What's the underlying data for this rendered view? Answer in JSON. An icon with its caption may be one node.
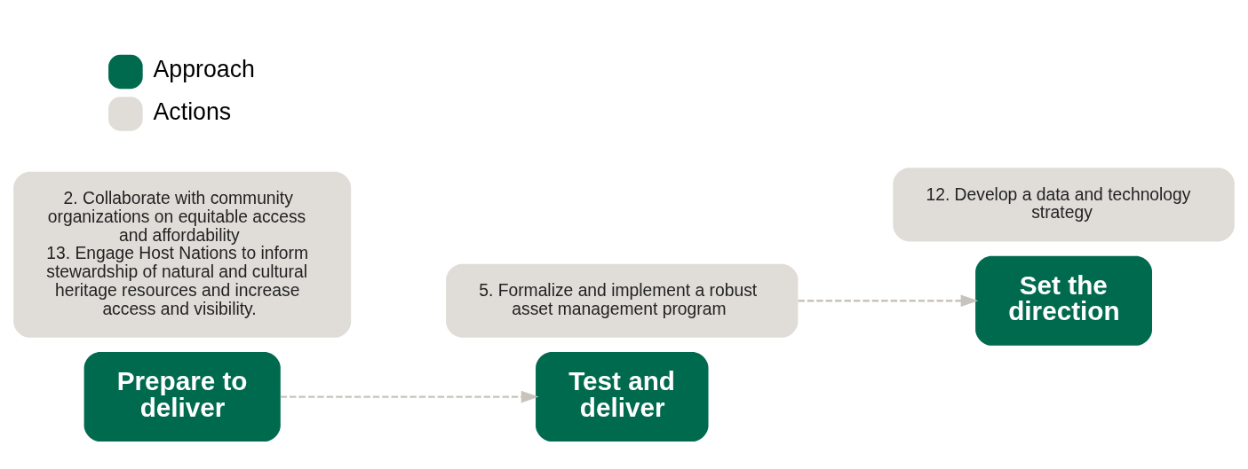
{
  "diagram": {
    "nodes": [
      {
        "text": [
          "Prepare to deliver"
        ]
      },
      {
        "text": [
          "2. Collaborate with community organizations on equitable access and affordability",
          "13. Engage Host Nations to inform stewardship of natural and cultural heritage resources and increase access and visibility."
        ]
      },
      {
        "text": [
          "Test and deliver"
        ]
      },
      {
        "text": [
          "5. Formalize and implement a robust asset management program"
        ]
      },
      {
        "text": [
          "Set the direction"
        ]
      },
      {
        "text": [
          "12. Develop a data and technology strategy"
        ]
      }
    ],
    "edges": [
      {
        "from": 0,
        "to": 2,
        "arrow": "to",
        "style": "dashed"
      },
      {
        "from": 3,
        "to": 4,
        "arrow": "to",
        "style": "dashed"
      }
    ],
    "legend": [
      {
        "text": "Approach",
        "color": "#006a4e"
      },
      {
        "text": "Actions",
        "color": "#e0ddd8"
      }
    ]
  }
}
